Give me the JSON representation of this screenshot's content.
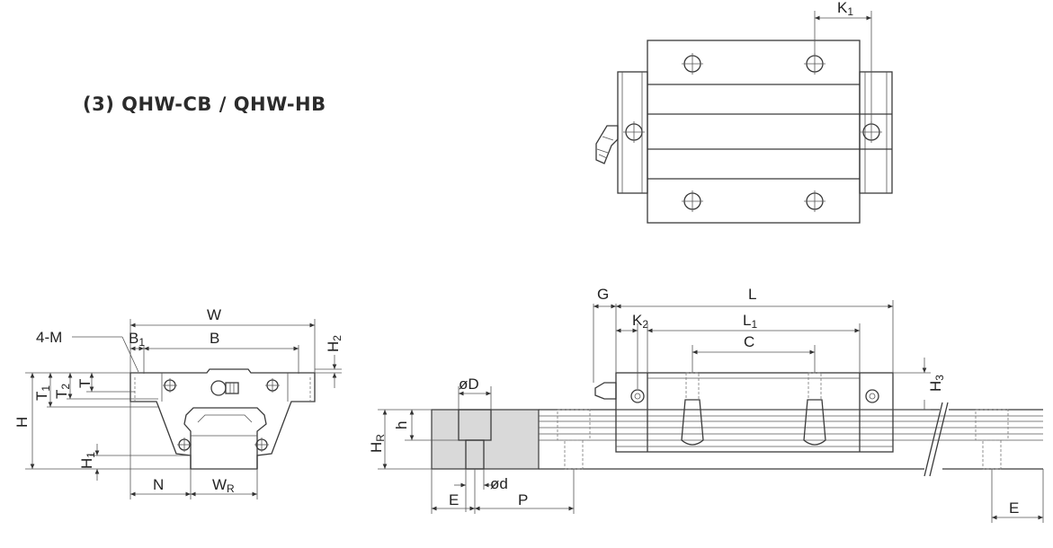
{
  "title": "(3) QHW-CB / QHW-HB",
  "labels": {
    "K1": "K",
    "K1_sub": "1",
    "W": "W",
    "B": "B",
    "B1": "B",
    "B1_sub": "1",
    "M": "4-M",
    "H2": "H",
    "H2_sub": "2",
    "H": "H",
    "T": "T",
    "T1": "T",
    "T1_sub": "1",
    "T2": "T",
    "T2_sub": "2",
    "H1": "H",
    "H1_sub": "1",
    "N": "N",
    "WR": "W",
    "WR_sub": "R",
    "G": "G",
    "L": "L",
    "L1": "L",
    "L1_sub": "1",
    "K2": "K",
    "K2_sub": "2",
    "C": "C",
    "H3": "H",
    "H3_sub": "3",
    "D": "øD",
    "h": "h",
    "HR": "H",
    "HR_sub": "R",
    "d": "ød",
    "E": "E",
    "P": "P",
    "E2": "E"
  },
  "colors": {
    "line": "#3a3a3a",
    "rail_section": "#d9d9d9"
  }
}
